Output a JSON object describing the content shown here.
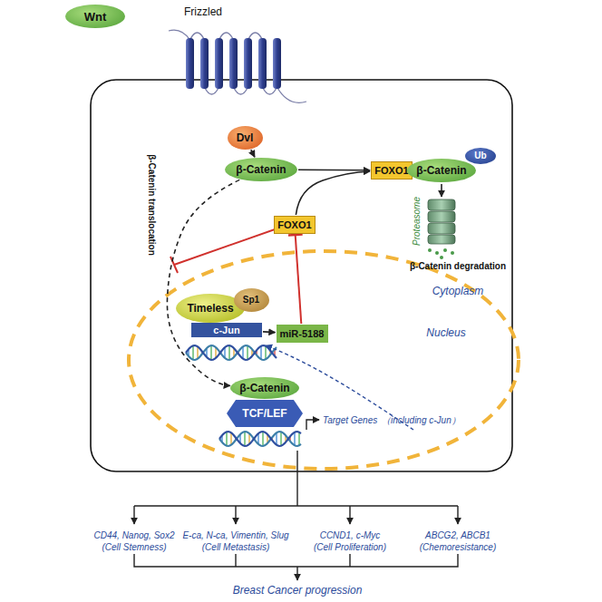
{
  "diagram": {
    "nodes": [
      {
        "text": [
          "Wnt"
        ]
      },
      {
        "text": [
          "Dvl"
        ]
      },
      {
        "text": [
          "β-Catenin"
        ]
      },
      {
        "text": [
          "FOXO1"
        ]
      },
      {
        "text": [
          "β-Catenin"
        ]
      },
      {
        "text": [
          "Ub"
        ]
      },
      {
        "text": [
          "FOXO1"
        ]
      },
      {
        "text": [
          "Timeless"
        ]
      },
      {
        "text": [
          "Sp1"
        ]
      },
      {
        "text": [
          "c-Jun"
        ]
      },
      {
        "text": [
          "miR-5188"
        ]
      },
      {
        "text": [
          "β-Catenin"
        ]
      },
      {
        "text": [
          "TCF/LEF"
        ]
      }
    ],
    "edges": [
      {
        "from": 1,
        "to": 2,
        "arrow": "to"
      },
      {
        "from": 2,
        "to": 3,
        "arrow": "to"
      },
      {
        "from": 6,
        "to": 3,
        "arrow": "to"
      },
      {
        "from": 10,
        "to": 6,
        "arrow": "to"
      },
      {
        "from": 9,
        "to": 10,
        "arrow": "to"
      },
      {
        "from": 2,
        "to": 11,
        "arrow": "to"
      }
    ],
    "labels": [
      "Frizzled",
      "Proteasome",
      "β-Catenin degradation",
      "Cytoplasm",
      "Nucleus",
      "β-Catenin translocation",
      "Target Genes",
      "（including c-Jun）",
      "CD44, Nanog, Sox2",
      "(Cell Stemness)",
      "E-ca, N-ca, Vimentin, Slug",
      "(Cell Metastasis)",
      "CCND1, c-Myc",
      "(Cell Proliferation)",
      "ABCG2, ABCB1",
      "(Chemoresistance)",
      "Breast Cancer progression"
    ]
  }
}
